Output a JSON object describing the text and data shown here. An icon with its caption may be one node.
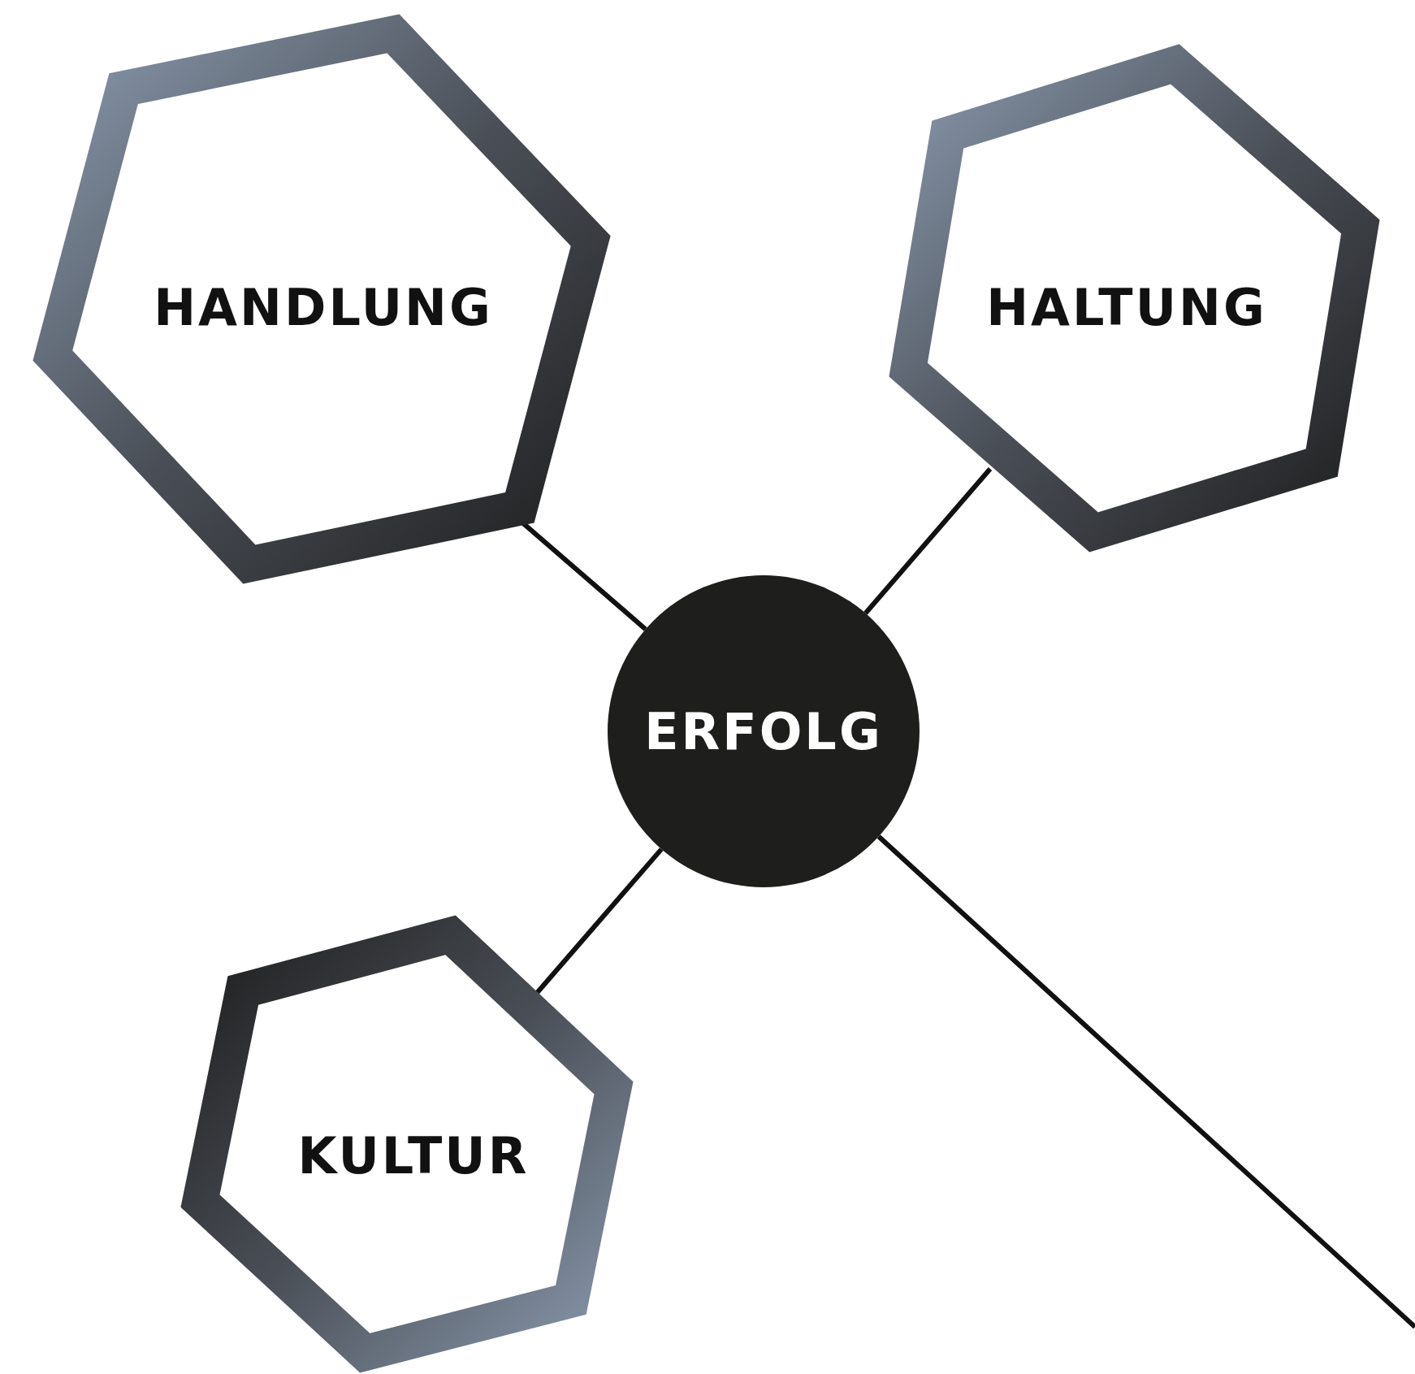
{
  "diagram": {
    "nodes": [
      {
        "text": [
          "HANDLUNG"
        ]
      },
      {
        "text": [
          "HALTUNG"
        ]
      },
      {
        "text": [
          "ERFOLG"
        ]
      },
      {
        "text": [
          "KULTUR"
        ]
      }
    ],
    "edges": [
      {
        "from": 0,
        "to": 2,
        "arrow": "none"
      },
      {
        "from": 1,
        "to": 2,
        "arrow": "none"
      },
      {
        "from": 3,
        "to": 2,
        "arrow": "none"
      },
      {
        "from": 2,
        "to": null,
        "arrow": "none"
      }
    ]
  }
}
